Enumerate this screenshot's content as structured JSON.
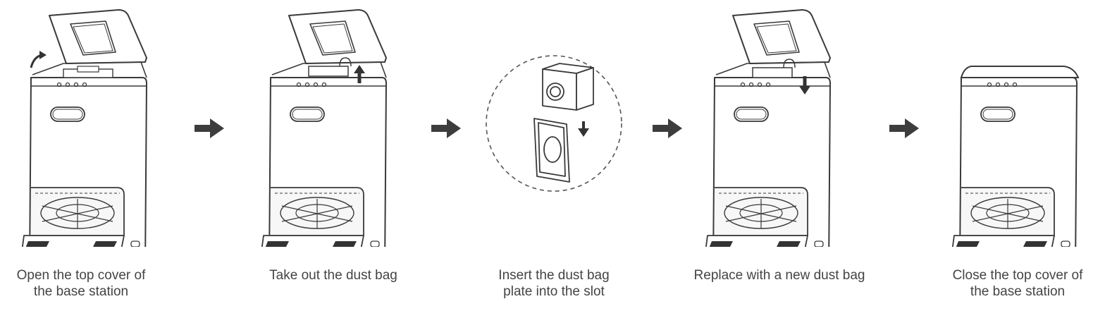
{
  "colors": {
    "line": "#3a3a3a",
    "arrow": "#3d3d3d",
    "text": "#444444"
  },
  "steps": [
    {
      "icon": "base-station-open-lid",
      "caption_line1": "Open the top cover of",
      "caption_line2": "the base station"
    },
    {
      "icon": "base-station-lift-bag",
      "caption_line1": "Take out the dust bag",
      "caption_line2": ""
    },
    {
      "icon": "dust-bag-plate-detail",
      "caption_line1": "Insert the dust bag",
      "caption_line2": "plate into the slot"
    },
    {
      "icon": "base-station-insert-bag",
      "caption_line1": "Replace with a new dust bag",
      "caption_line2": ""
    },
    {
      "icon": "base-station-closed",
      "caption_line1": "Close the top cover of",
      "caption_line2": "the base station"
    }
  ]
}
